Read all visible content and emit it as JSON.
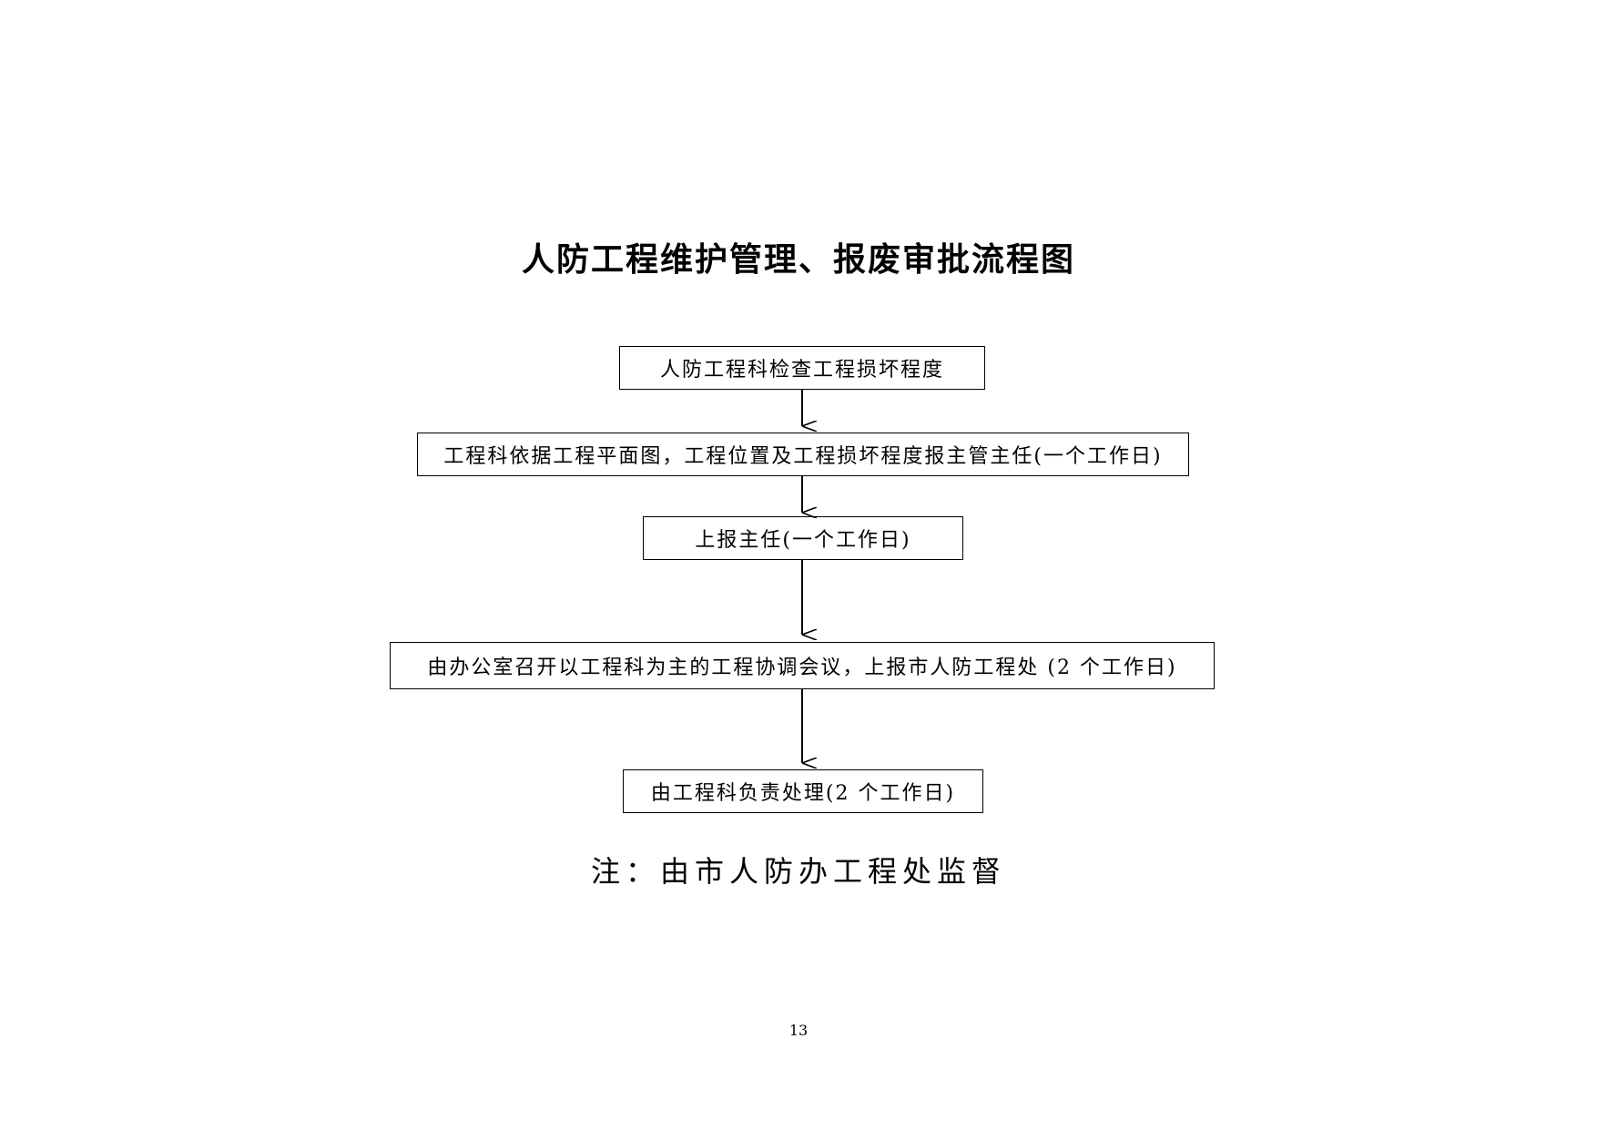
{
  "title": "人防工程维护管理、报废审批流程图",
  "steps": [
    "人防工程科检查工程损坏程度",
    "工程科依据工程平面图，工程位置及工程损坏程度报主管主任(一个工作日)",
    "上报主任(一个工作日)",
    "由办公室召开以工程科为主的工程协调会议，上报市人防工程处 (2 个工作日)",
    "由工程科负责处理(2 个工作日)"
  ],
  "note": "注：由市人防办工程处监督",
  "page_number": "13"
}
